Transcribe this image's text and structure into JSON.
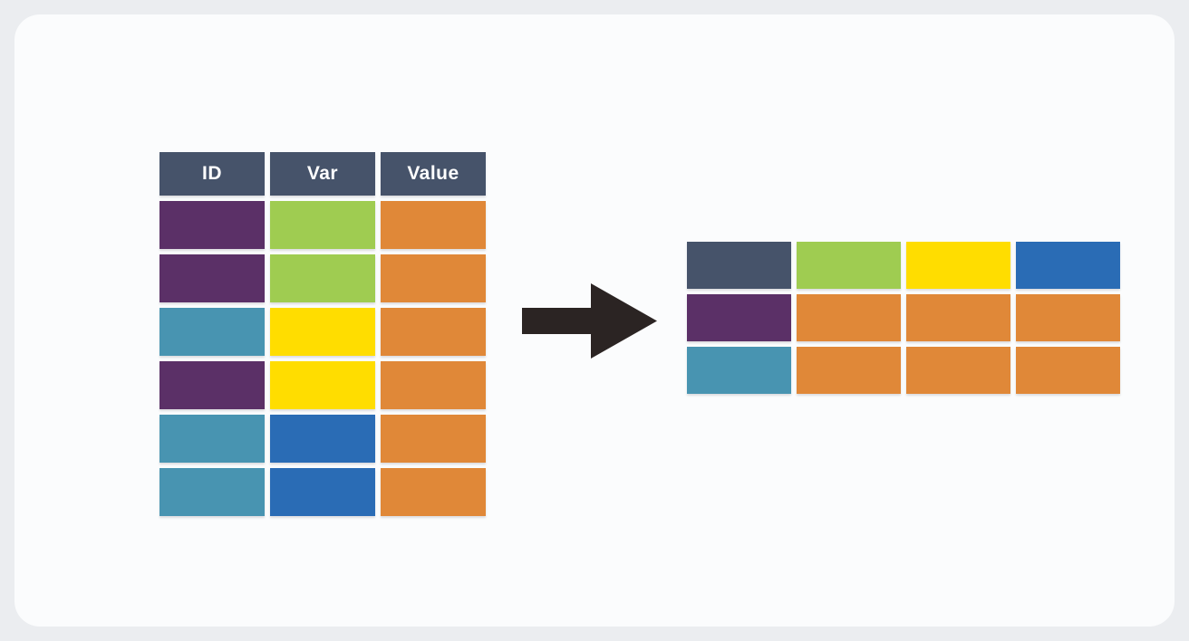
{
  "page": {
    "background": "#ebedf0",
    "card_background": "#fbfcfd"
  },
  "palette": {
    "slate": "#46536a",
    "purple": "#5b3067",
    "green": "#9fcc51",
    "orange": "#e08838",
    "teal": "#4894b1",
    "yellow": "#ffdd00",
    "blue": "#2a6cb5",
    "arrow": "#2b2423",
    "header_text": "#ffffff"
  },
  "long_table": {
    "headers": [
      "ID",
      "Var",
      "Value"
    ],
    "header_color": "slate",
    "rows": [
      [
        "purple",
        "green",
        "orange"
      ],
      [
        "purple",
        "green",
        "orange"
      ],
      [
        "teal",
        "yellow",
        "orange"
      ],
      [
        "purple",
        "yellow",
        "orange"
      ],
      [
        "teal",
        "blue",
        "orange"
      ],
      [
        "teal",
        "blue",
        "orange"
      ]
    ]
  },
  "arrow": {
    "direction": "right"
  },
  "wide_table": {
    "rows": [
      [
        "slate",
        "green",
        "yellow",
        "blue"
      ],
      [
        "purple",
        "orange",
        "orange",
        "orange"
      ],
      [
        "teal",
        "orange",
        "orange",
        "orange"
      ]
    ]
  }
}
